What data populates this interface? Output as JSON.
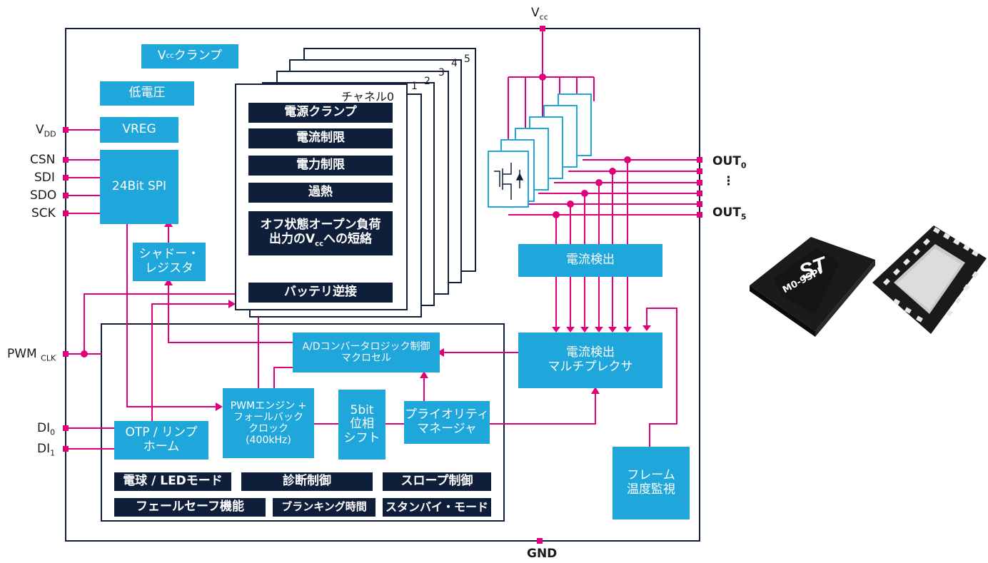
{
  "diagram": {
    "top_supply": {
      "prefix": "V",
      "sub": "cc"
    },
    "ground": "GND",
    "left_pins": [
      {
        "key": "vdd",
        "prefix": "V",
        "sub": "DD"
      },
      {
        "key": "csn",
        "label": "CSN"
      },
      {
        "key": "sdi",
        "label": "SDI"
      },
      {
        "key": "sdo",
        "label": "SDO"
      },
      {
        "key": "sck",
        "label": "SCK"
      },
      {
        "key": "pwm",
        "prefix": "PWM ",
        "sub": "CLK"
      },
      {
        "key": "di0",
        "prefix": "DI",
        "sub": "0"
      },
      {
        "key": "di1",
        "prefix": "DI",
        "sub": "1"
      }
    ],
    "right_pins": {
      "out0": {
        "prefix": "OUT",
        "sub": "0"
      },
      "dots": "⋮",
      "out5": {
        "prefix": "OUT",
        "sub": "5"
      }
    },
    "blocks": {
      "vcc_clamp": {
        "prefix": "V",
        "sub": "cc",
        "suffix": "クランプ"
      },
      "low_voltage": "低電圧",
      "vreg": "VREG",
      "spi": "24Bit SPI",
      "shadow_register": "シャドー・\nレジスタ",
      "adc_logic": "A/Dコンバータロジック制御\nマクロセル",
      "pwm_engine": "PWMエンジン +\nフォールバック\nクロック\n(400kHz)",
      "phase_shift": "5bit\n位相\nシフト",
      "priority_manager": "プライオリティ\nマネージャ",
      "otp_limp": "OTP / リンプ\nホーム",
      "current_sense": "電流検出",
      "current_mux": "電流検出\nマルチプレクサ",
      "frame_temp": "フレーム\n温度監視"
    },
    "channel_card": {
      "title": "チャネル0",
      "stack_numbers": [
        "1",
        "2",
        "3",
        "4",
        "5"
      ],
      "items": [
        {
          "key": "power_clamp",
          "text": "電源クランプ"
        },
        {
          "key": "current_limit",
          "text": "電流制限"
        },
        {
          "key": "power_limit",
          "text": "電力制限"
        },
        {
          "key": "overheat",
          "text": "過熱"
        },
        {
          "key": "open_load",
          "line1": "オフ状態オープン負荷",
          "line2_prefix": "出力のV",
          "line2_sub": "cc",
          "line2_suffix": "への短絡"
        },
        {
          "key": "battery_reverse",
          "text": "バッテリ逆接"
        }
      ]
    },
    "features": [
      {
        "key": "bulb_led",
        "text": "電球 / LEDモード"
      },
      {
        "key": "diag_ctrl",
        "text": "診断制御"
      },
      {
        "key": "slope_ctrl",
        "text": "スロープ制御"
      },
      {
        "key": "failsafe",
        "text": "フェールセーフ機能"
      },
      {
        "key": "blanking",
        "text": "ブランキング時間"
      },
      {
        "key": "standby",
        "text": "スタンバイ・モード"
      }
    ],
    "chip_marking": "M0-9SPI",
    "colors": {
      "block": "#1fa6da",
      "dark": "#0f1f3a",
      "wire": "#e0007a",
      "frame": "#0f1f3a"
    }
  }
}
